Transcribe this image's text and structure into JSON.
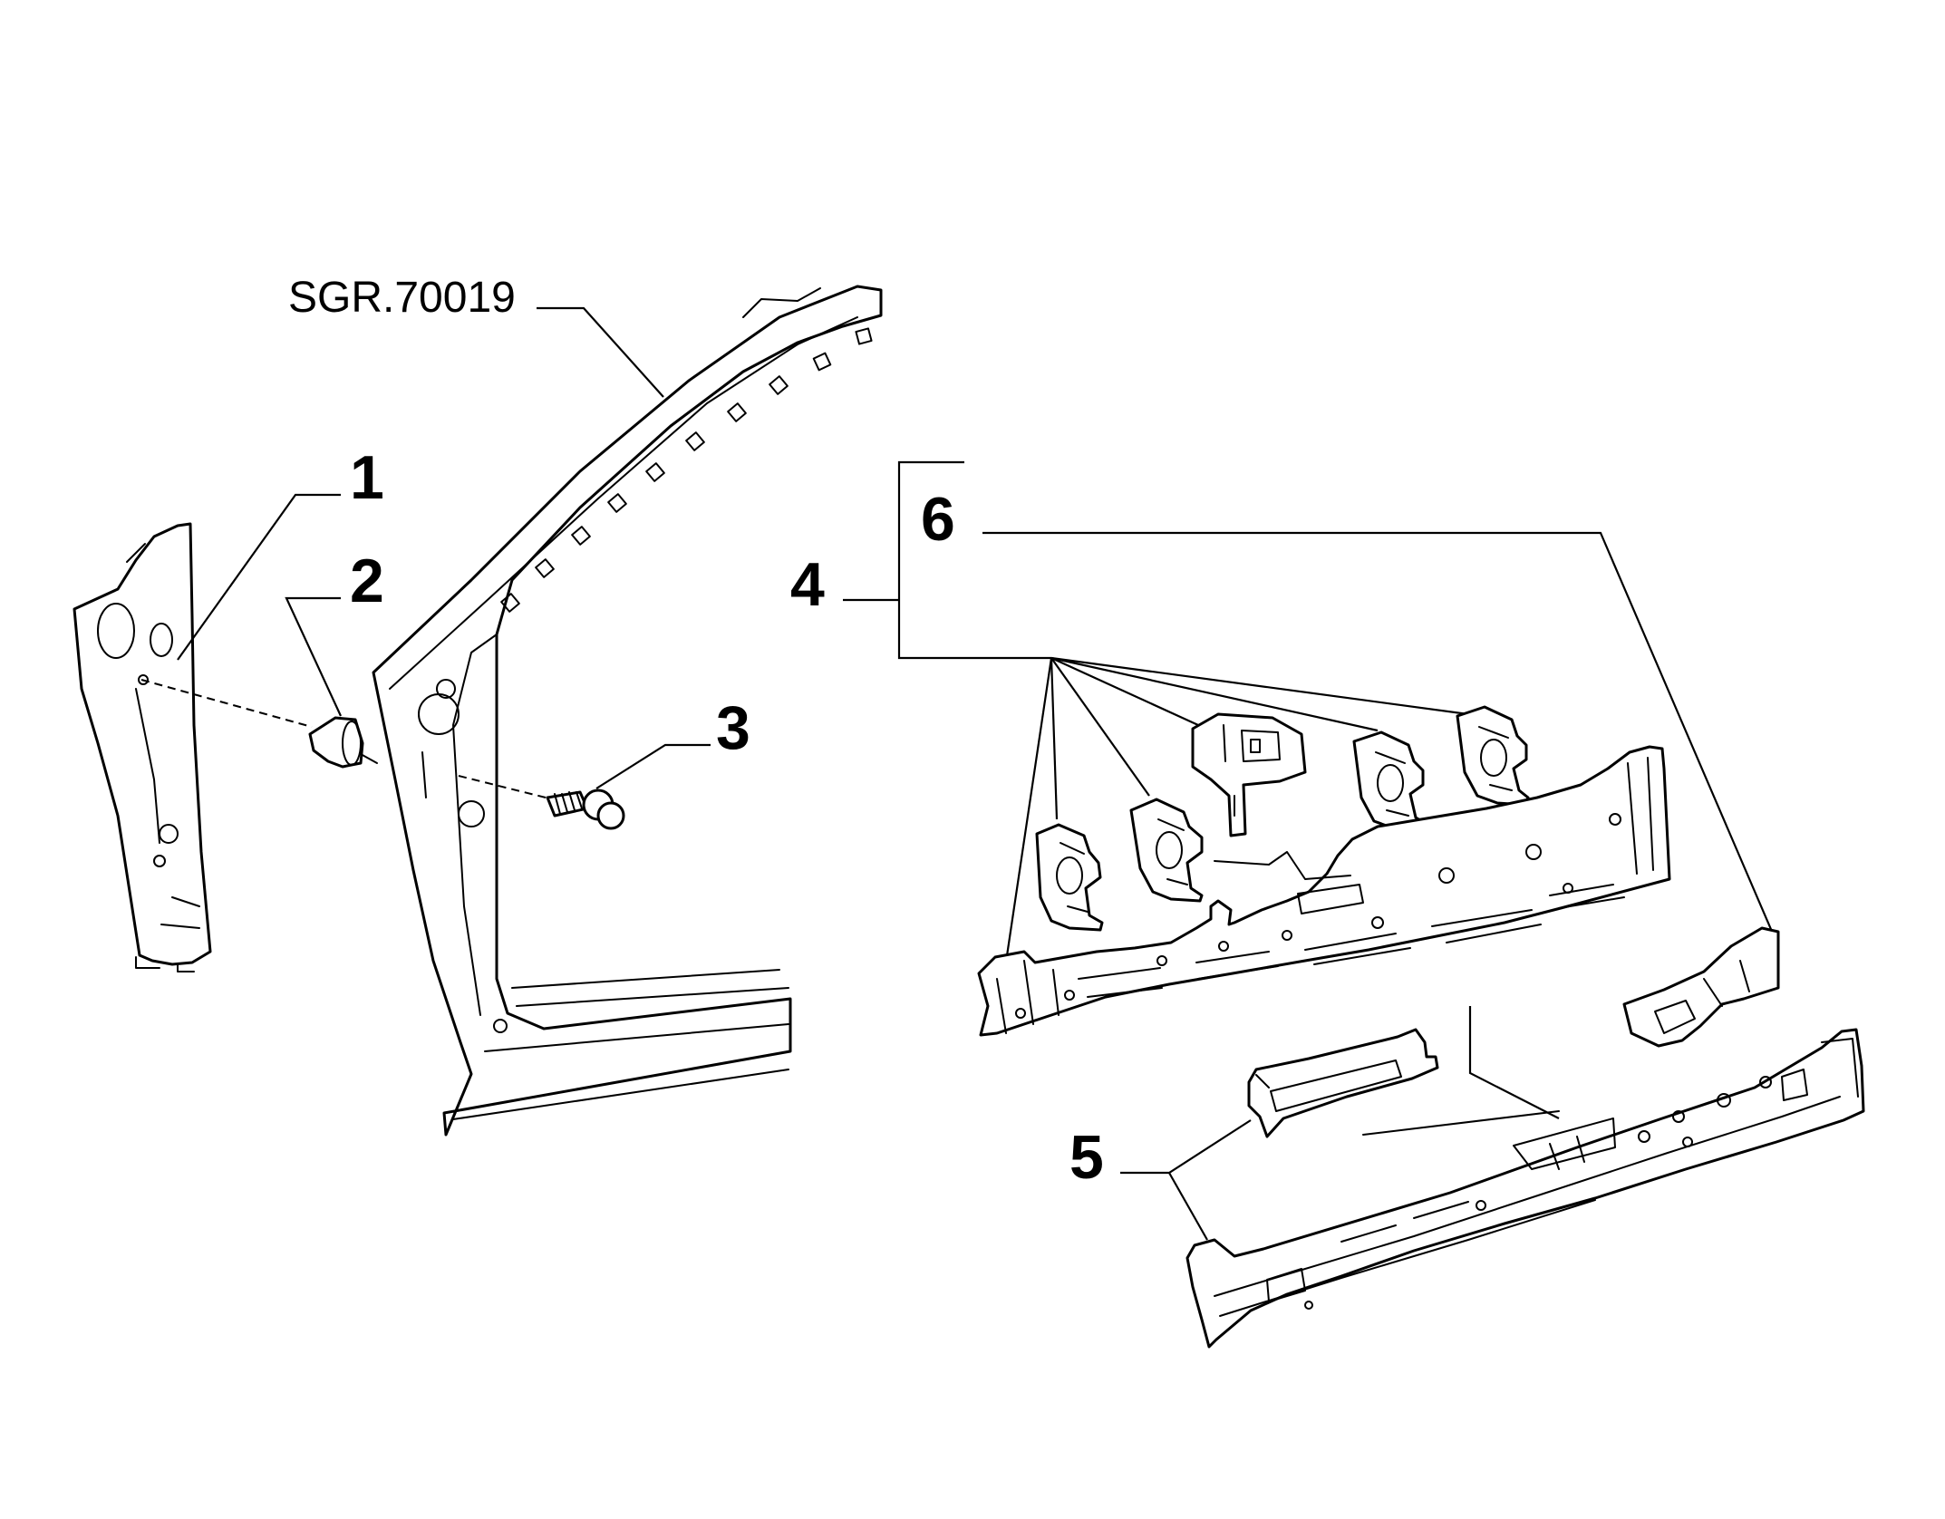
{
  "reference": "SGR.70019",
  "callouts": [
    {
      "id": "1",
      "label": "1"
    },
    {
      "id": "2",
      "label": "2"
    },
    {
      "id": "3",
      "label": "3"
    },
    {
      "id": "4",
      "label": "4"
    },
    {
      "id": "5",
      "label": "5"
    },
    {
      "id": "6",
      "label": "6"
    }
  ],
  "colors": {
    "line": "#000000",
    "background": "#ffffff"
  }
}
